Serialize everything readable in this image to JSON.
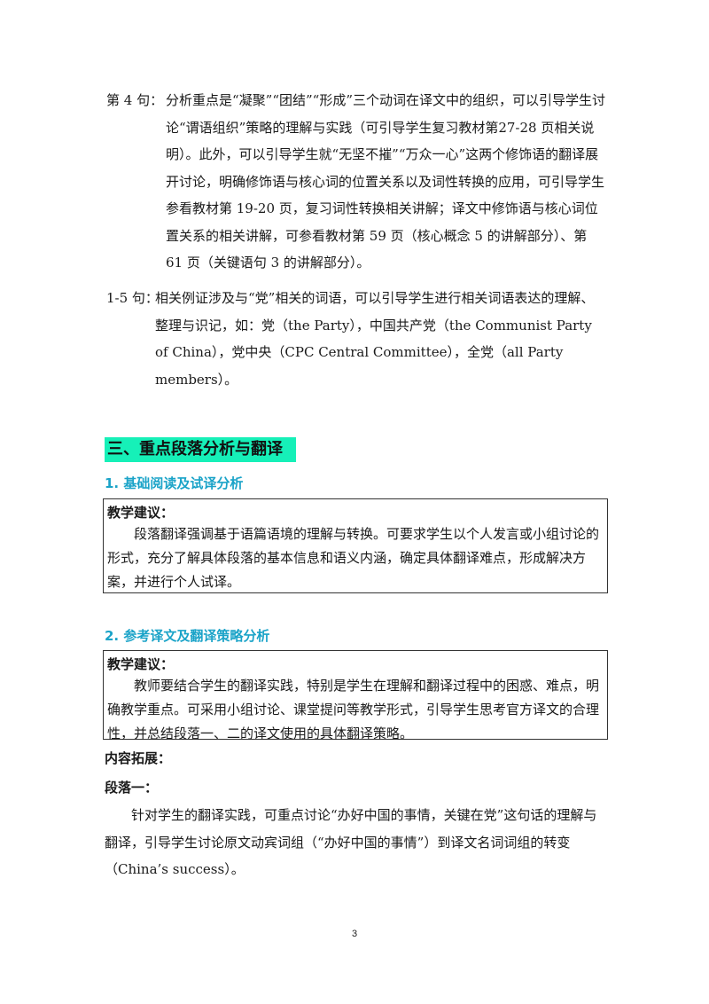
{
  "items": [
    {
      "label": "第 4 句：",
      "text": "分析重点是“凝聚”“团结”“形成”三个动词在译文中的组织，可以引导学生讨论“谓语组织”策略的理解与实践（可引导学生复习教材第27-28 页相关说明）。此外，可以引导学生就“无坚不摧”“万众一心”这两个修饰语的翻译展开讨论，明确修饰语与核心词的位置关系以及词性转换的应用，可引导学生参看教材第 19-20 页，复习词性转换相关讲解；译文中修饰语与核心词位置关系的相关讲解，可参看教材第 59 页（核心概念 5 的讲解部分）、第 61 页（关键语句 3 的讲解部分）。"
    },
    {
      "label": "1-5 句：",
      "text": "相关例证涉及与“党”相关的词语，可以引导学生进行相关词语表达的理解、整理与识记，如：党（the Party），中国共产党（the Communist Party of China），党中央（CPC Central Committee），全党（all Party members）。"
    }
  ],
  "section": {
    "title": "三、重点段落分析与翻译",
    "sub1": "1. 基础阅读及试译分析",
    "box1": {
      "title": "教学建议：",
      "text": "段落翻译强调基于语篇语境的理解与转换。可要求学生以个人发言或小组讨论的形式，充分了解具体段落的基本信息和语义内涵，确定具体翻译难点，形成解决方案，并进行个人试译。"
    },
    "sub2": "2. 参考译文及翻译策略分析",
    "box2": {
      "title": "教学建议：",
      "text": "教师要结合学生的翻译实践，特别是学生在理解和翻译过程中的困惑、难点，明确教学重点。可采用小组讨论、课堂提问等教学形式，引导学生思考官方译文的合理性，并总结段落一、二的译文使用的具体翻译策略。"
    },
    "extend": "内容拓展：",
    "para_label": "段落一：",
    "para_text": "针对学生的翻译实践，可重点讨论“办好中国的事情，关键在党”这句话的理解与翻译，引导学生讨论原文动宾词组（“办好中国的事情”）到译文名词词组的转变（China’s success）。"
  },
  "page_number": "3"
}
